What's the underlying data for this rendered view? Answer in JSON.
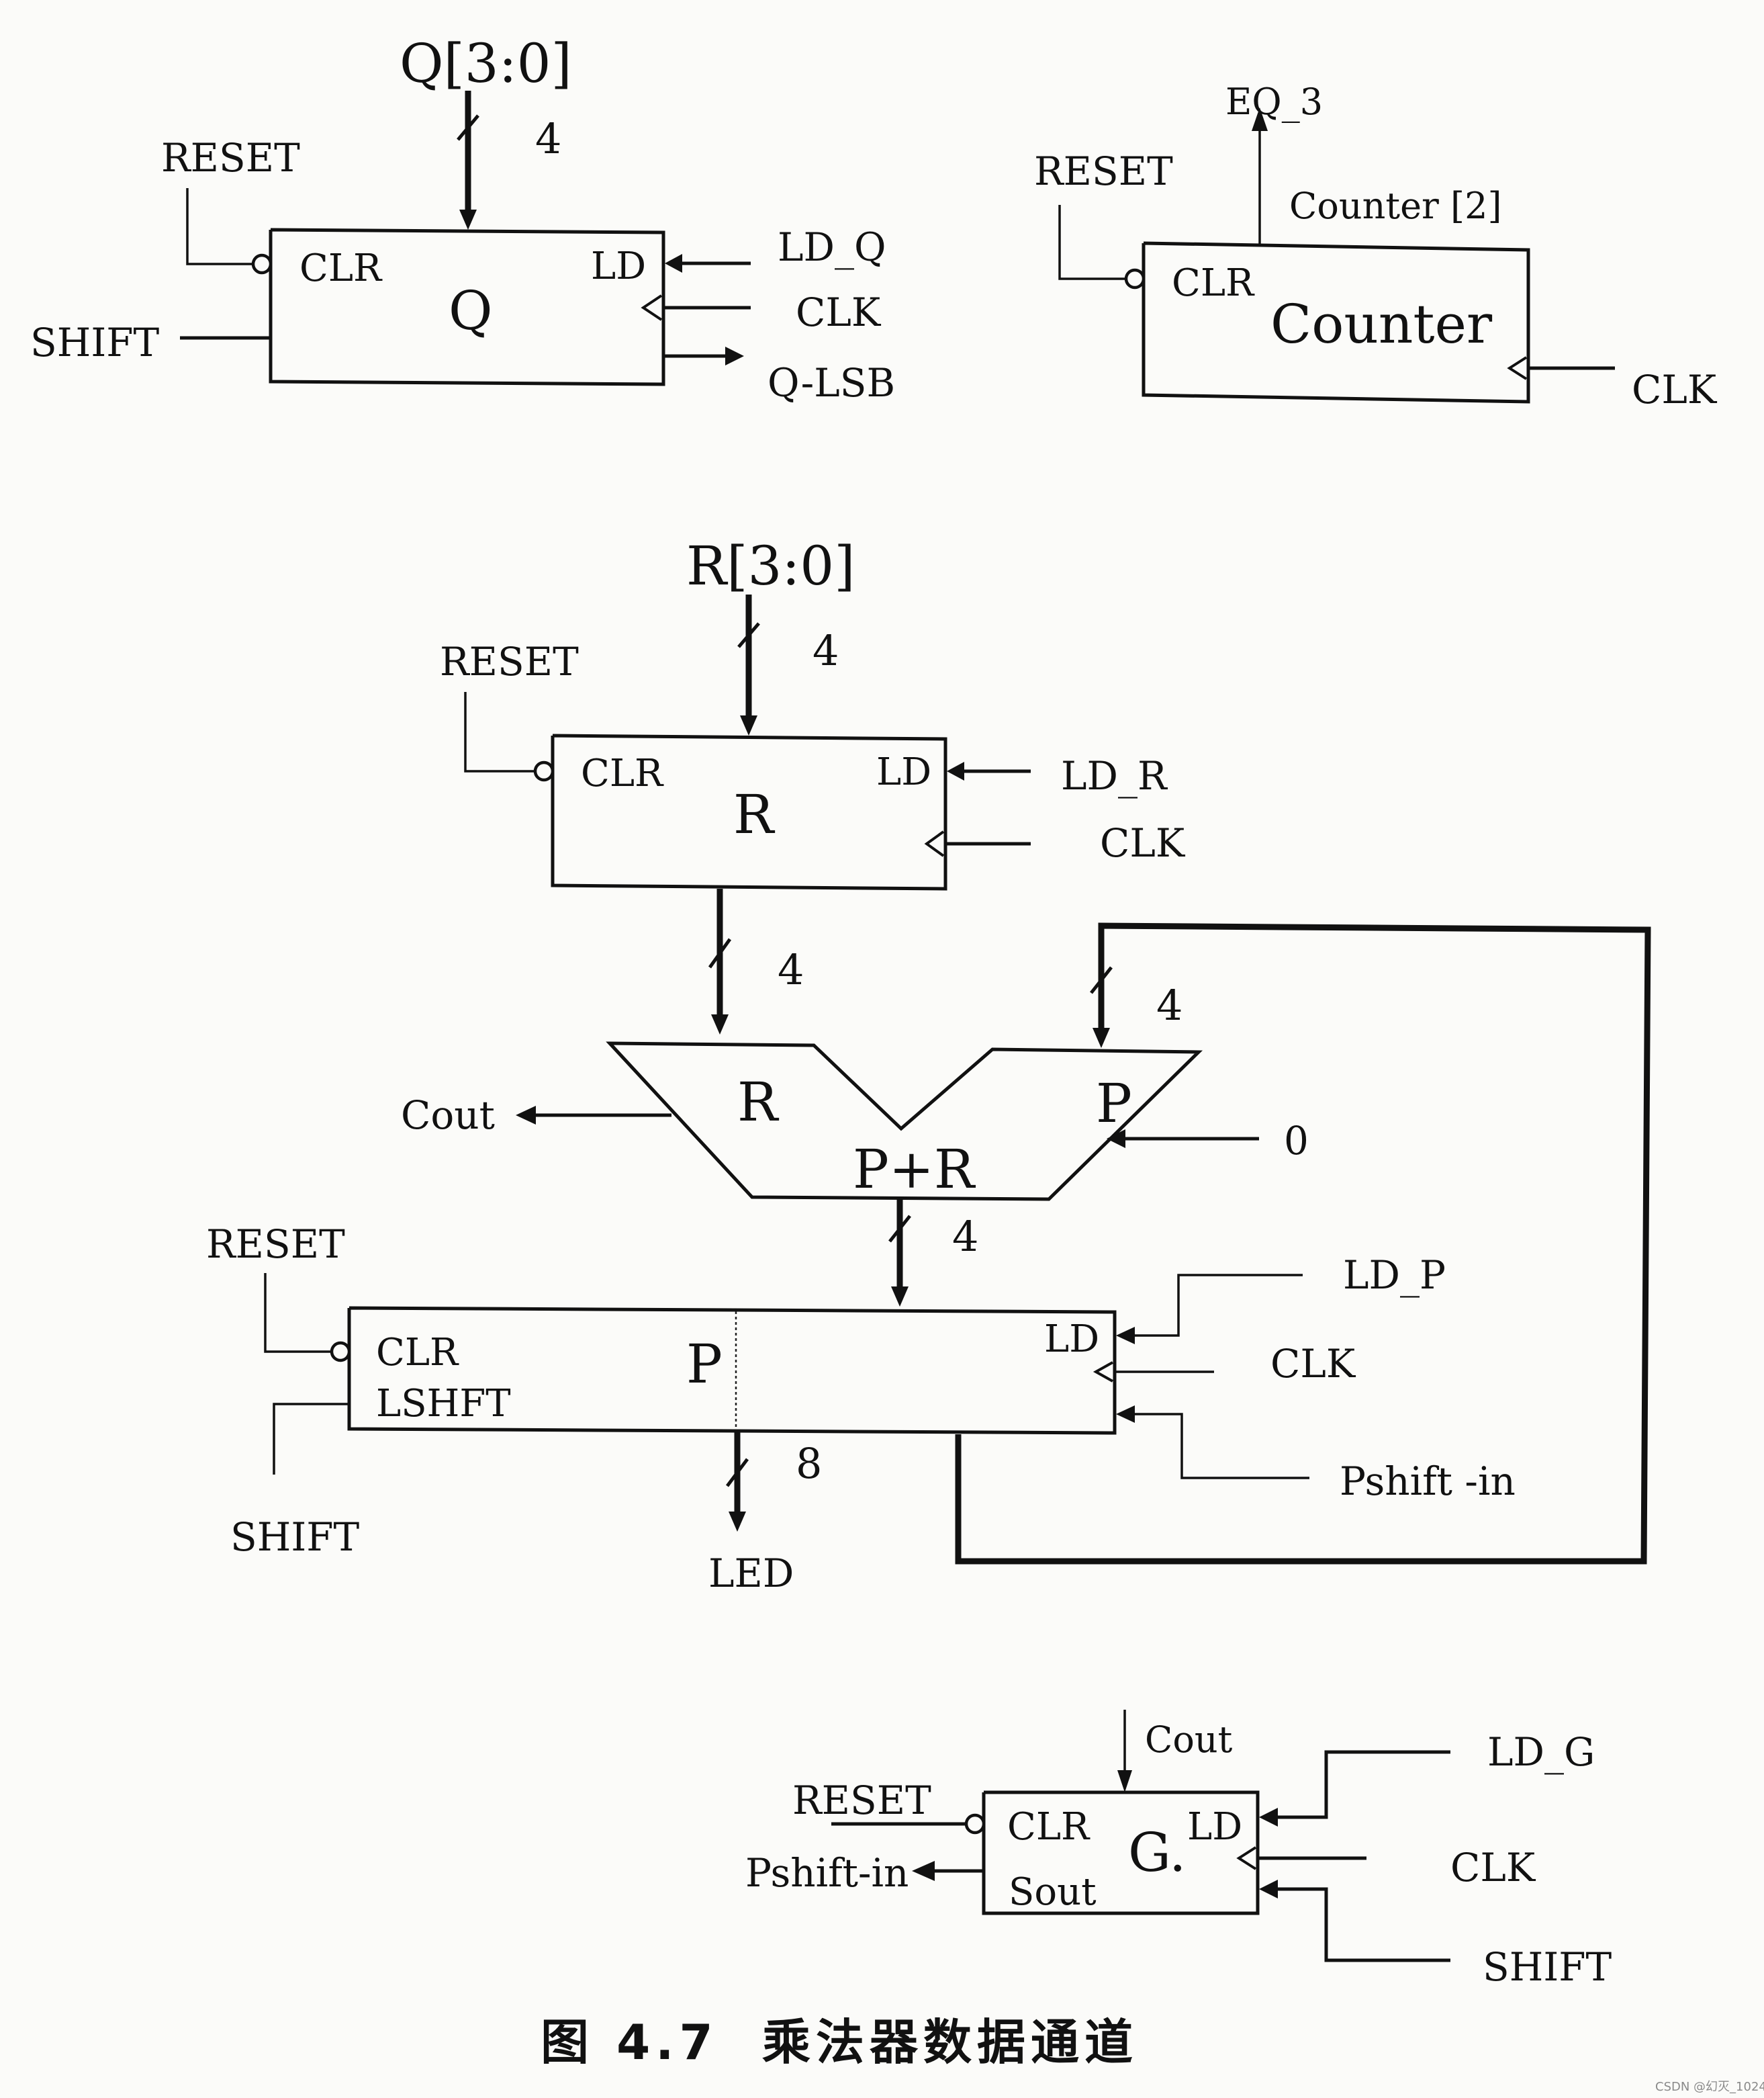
{
  "caption": {
    "figure_label": "图 4.7",
    "title": "乘法器数据通道"
  },
  "watermark": "CSDN @幻灭_1024",
  "q_register": {
    "name": "Q",
    "bus_input": "Q[3:0]",
    "bus_width": "4",
    "pins": {
      "clr": "CLR",
      "ld": "LD"
    },
    "signals": {
      "reset": "RESET",
      "shift": "SHIFT",
      "load": "LD_Q",
      "clock": "CLK",
      "lsb_out": "Q-LSB"
    }
  },
  "counter": {
    "name": "Counter",
    "pins": {
      "clr": "CLR"
    },
    "signals": {
      "reset": "RESET",
      "clock": "CLK",
      "bit_out": "Counter [2]",
      "eq_out": "EQ_3"
    }
  },
  "r_register": {
    "name": "R",
    "bus_input": "R[3:0]",
    "bus_width": "4",
    "output_width": "4",
    "pins": {
      "clr": "CLR",
      "ld": "LD"
    },
    "signals": {
      "reset": "RESET",
      "load": "LD_R",
      "clock": "CLK"
    }
  },
  "adder": {
    "input_a": "R",
    "input_b": "P",
    "result": "P+R",
    "feedback_width": "4",
    "output_width": "4",
    "carry_out": "Cout",
    "carry_in": "0"
  },
  "p_register": {
    "name": "P",
    "pins": {
      "clr": "CLR",
      "shift": "LSHFT",
      "ld": "LD"
    },
    "output_width": "8",
    "signals": {
      "reset": "RESET",
      "shift": "SHIFT",
      "load": "LD_P",
      "clock": "CLK",
      "shift_in": "Pshift -in",
      "output": "LED"
    }
  },
  "g_register": {
    "name": "G.",
    "pins": {
      "clr": "CLR",
      "sout": "Sout",
      "ld": "LD"
    },
    "signals": {
      "carry_in": "Cout",
      "reset": "RESET",
      "shift_out": "Pshift-in",
      "load": "LD_G",
      "clock": "CLK",
      "shift": "SHIFT"
    }
  }
}
